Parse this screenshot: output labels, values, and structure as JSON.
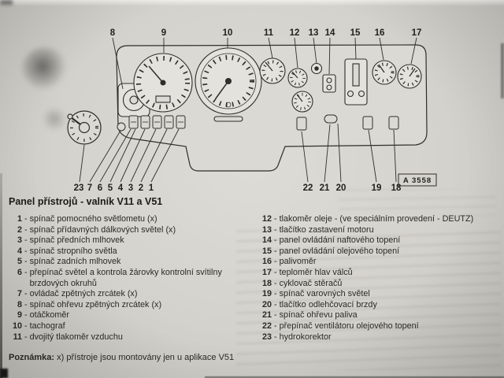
{
  "page": {
    "title": "Panel přístrojů - valník V11 a V51",
    "note_label": "Poznámka:",
    "note_text": "x) přístroje jsou montovány jen u aplikace V51"
  },
  "diagram": {
    "plate_label": "A 3558",
    "callouts_top": [
      "8",
      "9",
      "10",
      "11",
      "12",
      "13",
      "14",
      "15",
      "16",
      "17"
    ],
    "callouts_bottom_left": [
      "23",
      "7",
      "6",
      "5",
      "4",
      "3",
      "2",
      "1"
    ],
    "callouts_bottom_right": [
      "22",
      "21",
      "20",
      "19",
      "18"
    ]
  },
  "legend": {
    "sep": "-",
    "left": [
      {
        "num": "1",
        "text": "spínač pomocného světlometu (x)"
      },
      {
        "num": "2",
        "text": "spínač přídavných dálkových světel (x)"
      },
      {
        "num": "3",
        "text": "spínač předních mlhovek"
      },
      {
        "num": "4",
        "text": "spínač stropního světla"
      },
      {
        "num": "5",
        "text": "spínač zadních mlhovek"
      },
      {
        "num": "6",
        "text": "přepínač světel a kontrola žárovky kontrolní svítilny brzdových okruhů"
      },
      {
        "num": "7",
        "text": "ovládač zpětných zrcátek (x)"
      },
      {
        "num": "8",
        "text": "spínač ohřevu zpětných zrcátek (x)"
      },
      {
        "num": "9",
        "text": "otáčkoměr"
      },
      {
        "num": "10",
        "text": "tachograf"
      },
      {
        "num": "11",
        "text": "dvojitý tlakoměr vzduchu"
      }
    ],
    "right": [
      {
        "num": "12",
        "text": "tlakoměr oleje - (ve speciálním provedení - DEUTZ)"
      },
      {
        "num": "13",
        "text": "tlačítko zastavení motoru"
      },
      {
        "num": "14",
        "text": "panel ovládání naftového topení"
      },
      {
        "num": "15",
        "text": "panel ovládání olejového topení"
      },
      {
        "num": "16",
        "text": "palivoměr"
      },
      {
        "num": "17",
        "text": "teploměr hlav válců"
      },
      {
        "num": "18",
        "text": "cyklovač stěračů"
      },
      {
        "num": "19",
        "text": "spínač varovných světel"
      },
      {
        "num": "20",
        "text": "tlačítko odlehčovací brzdy"
      },
      {
        "num": "21",
        "text": "spínač ohřevu paliva"
      },
      {
        "num": "22",
        "text": "přepínač ventilátoru olejového topení"
      },
      {
        "num": "23",
        "text": "hydrokorektor"
      }
    ]
  }
}
